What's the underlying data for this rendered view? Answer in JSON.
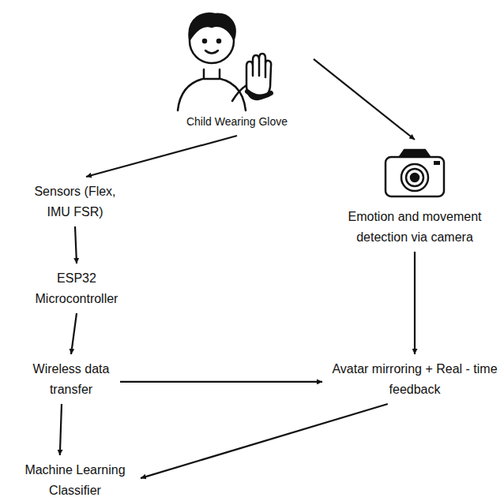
{
  "diagram": {
    "nodes": [
      {
        "text": [
          "Child Wearing Glove"
        ]
      },
      {
        "text": [
          "Sensors (Flex, IMU FSR)"
        ]
      },
      {
        "text": [
          "Emotion and movement detection via camera"
        ]
      },
      {
        "text": [
          "ESP32 Microcontroller"
        ]
      },
      {
        "text": [
          "Wireless data transfer"
        ]
      },
      {
        "text": [
          "Avatar mirroring + Real - time feedback"
        ]
      },
      {
        "text": [
          "Machine Learning Classifier"
        ]
      }
    ],
    "edges": [
      {
        "from": 0,
        "to": 1,
        "arrow": "to"
      },
      {
        "from": 0,
        "to": 2,
        "arrow": "to"
      },
      {
        "from": 1,
        "to": 3,
        "arrow": "to"
      },
      {
        "from": 3,
        "to": 4,
        "arrow": "to"
      },
      {
        "from": 4,
        "to": 5,
        "arrow": "to"
      },
      {
        "from": 2,
        "to": 5,
        "arrow": "to"
      },
      {
        "from": 4,
        "to": 6,
        "arrow": "to"
      },
      {
        "from": 5,
        "to": 6,
        "arrow": "to"
      }
    ]
  }
}
